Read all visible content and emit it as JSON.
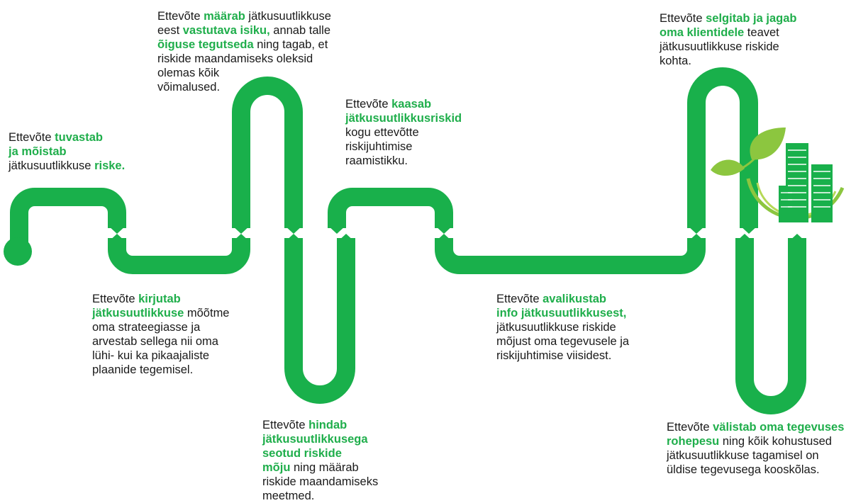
{
  "colors": {
    "pipe": "#19b04b",
    "highlight": "#1fae4b",
    "text": "#1a1a1a"
  },
  "icons": {
    "logo": "green-city-leaf-icon"
  },
  "steps": [
    {
      "id": "s1",
      "parts": [
        {
          "t": "Ettevõte "
        },
        {
          "t": "tuvastab\nja mõistab",
          "hl": true
        },
        {
          "t": "\njätkusuutlikkuse "
        },
        {
          "t": "riske.",
          "hl": true
        }
      ]
    },
    {
      "id": "s2",
      "parts": [
        {
          "t": "Ettevõte "
        },
        {
          "t": "kirjutab\njätkusuutlikkuse",
          "hl": true
        },
        {
          "t": " mõõtme\noma strateegiasse ja\narvestab sellega nii oma\nlühi- kui ka pikaajaliste\nplaanide tegemisel."
        }
      ]
    },
    {
      "id": "s3",
      "parts": [
        {
          "t": "Ettevõte "
        },
        {
          "t": "määrab",
          "hl": true
        },
        {
          "t": " jätkusuutlikkuse\neest "
        },
        {
          "t": "vastutava isiku,",
          "hl": true
        },
        {
          "t": " annab talle\n"
        },
        {
          "t": "õiguse tegutseda",
          "hl": true
        },
        {
          "t": " ning tagab, et\nriskide maandamiseks oleksid\nolemas kõik\nvõimalused."
        }
      ]
    },
    {
      "id": "s4",
      "parts": [
        {
          "t": "Ettevõte "
        },
        {
          "t": "hindab\njätkusuutlikkusega\nseotud riskide\nmõju",
          "hl": true
        },
        {
          "t": " ning määrab\nriskide maandamiseks\nmeetmed."
        }
      ]
    },
    {
      "id": "s5",
      "parts": [
        {
          "t": "Ettevõte "
        },
        {
          "t": "kaasab\njätkusuutlikkusriskid",
          "hl": true
        },
        {
          "t": "\nkogu ettevõtte\nriskijuhtimise\nraamistikku."
        }
      ]
    },
    {
      "id": "s6",
      "parts": [
        {
          "t": "Ettevõte "
        },
        {
          "t": "avalikustab\ninfo jätkusuutlikkusest,",
          "hl": true
        },
        {
          "t": "\njätkusuutlikkuse riskide\nmõjust oma tegevusele ja\nriskijuhtimise viisidest."
        }
      ]
    },
    {
      "id": "s7",
      "parts": [
        {
          "t": "Ettevõte "
        },
        {
          "t": "selgitab ja jagab\noma klientidele",
          "hl": true
        },
        {
          "t": " teavet\njätkusuutlikkuse riskide\nkohta."
        }
      ]
    },
    {
      "id": "s8",
      "parts": [
        {
          "t": "Ettevõte "
        },
        {
          "t": "välistab oma tegevuses\nrohepesu",
          "hl": true
        },
        {
          "t": " ning kõik kohustused\njätkusuutlikkuse tagamisel on\nüldise tegevusega kooskõlas."
        }
      ]
    }
  ]
}
